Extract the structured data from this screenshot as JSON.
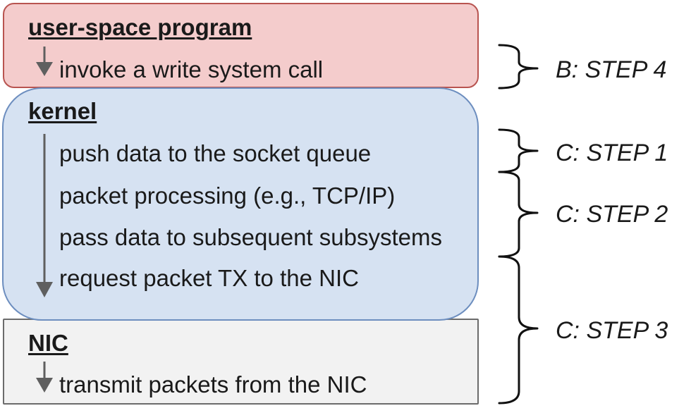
{
  "user_space": {
    "title": "user-space program",
    "steps": [
      "invoke a write system call"
    ]
  },
  "kernel": {
    "title": "kernel",
    "steps": [
      "push data to the socket queue",
      "packet processing (e.g., TCP/IP)",
      "pass data to subsequent subsystems",
      "request packet TX to the NIC"
    ]
  },
  "nic": {
    "title": "NIC",
    "steps": [
      "transmit packets from the NIC"
    ]
  },
  "annotations": [
    {
      "label": "B: STEP 4"
    },
    {
      "label": "C: STEP 1"
    },
    {
      "label": "C: STEP 2"
    },
    {
      "label": "C: STEP 3"
    }
  ],
  "colors": {
    "user_fill": "#f4cccc",
    "user_border": "#b85450",
    "kernel_fill": "#d6e2f2",
    "kernel_border": "#6d8ebf",
    "nic_fill": "#f2f2f2",
    "nic_border": "#6b6b6b",
    "arrow": "#5f5f5f"
  }
}
